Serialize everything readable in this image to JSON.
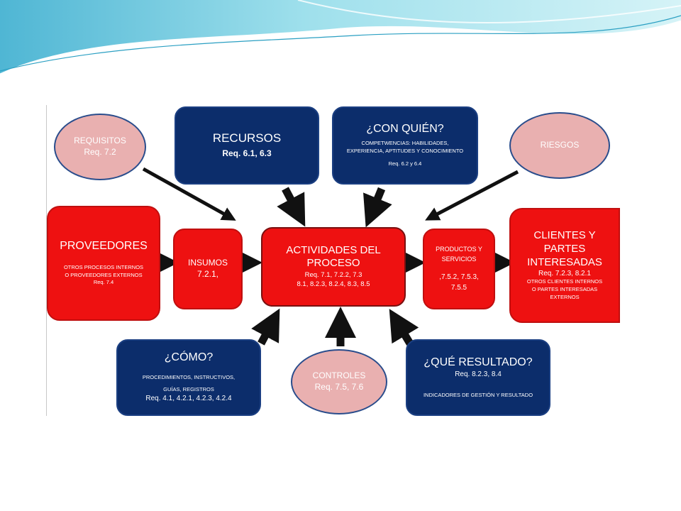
{
  "colors": {
    "navy": "#0c2d6b",
    "red": "#ee1111",
    "pink": "#e9b0b0",
    "arrow": "#111111",
    "wave_light": "#c9eef3",
    "wave_mid": "#7fd3e3",
    "wave_dark": "#2a9fc2"
  },
  "nodes": {
    "requisitos": {
      "title": "REQUISITOS",
      "req": "Req. 7.2"
    },
    "recursos": {
      "title": "RECURSOS",
      "req": "Req. 6.1,  6.3"
    },
    "con_quien": {
      "title": "¿CON QUIÉN?",
      "detail1": "COMPETWENCIAS: HABILIDADES,",
      "detail2": "EXPERIENCIA, APTITUDES  Y CONOCIMIENTO",
      "req": "Req. 6.2 y 6.4"
    },
    "riesgos": {
      "title": "RIESGOS"
    },
    "proveedores": {
      "title": "PROVEEDORES",
      "detail1": "OTROS PROCESOS INTERNOS",
      "detail2": "O PROVEEDORES EXTERNOS",
      "req": "Req. 7.4"
    },
    "insumos": {
      "title": "INSUMOS",
      "req": "7.2.1,"
    },
    "actividades": {
      "title1": "ACTIVIDADES DEL",
      "title2": "PROCESO",
      "req1": "Req. 7.1, 7.2.2, 7.3",
      "req2": "8.1,  8.2.3, 8.2.4, 8.3,  8.5"
    },
    "productos": {
      "title1": "PRODUCTOS Y",
      "title2": "SERVICIOS",
      "req1": ",7.5.2, 7.5.3,",
      "req2": "7.5.5"
    },
    "clientes": {
      "title1": "CLIENTES Y",
      "title2": "PARTES",
      "title3": "INTERESADAS",
      "req": "Req. 7.2.3, 8.2.1",
      "detail1": "OTROS CLIENTES INTERNOS",
      "detail2": "O PARTES INTERESADAS",
      "detail3": "EXTERNOS"
    },
    "como": {
      "title": "¿CÓMO?",
      "detail1": "PROCEDIMIENTOS, INSTRUCTIVOS,",
      "detail2": "GUÍAS, REGISTROS",
      "req": "Req. 4.1, 4.2.1, 4.2.3, 4.2.4"
    },
    "controles": {
      "title": "CONTROLES",
      "req": "Req. 7.5, 7.6"
    },
    "que_resultado": {
      "title": "¿QUÉ RESULTADO?",
      "req": "Req. 8.2.3, 8.4",
      "detail": "INDICADORES DE GESTIÓN Y RESULTADO"
    }
  }
}
